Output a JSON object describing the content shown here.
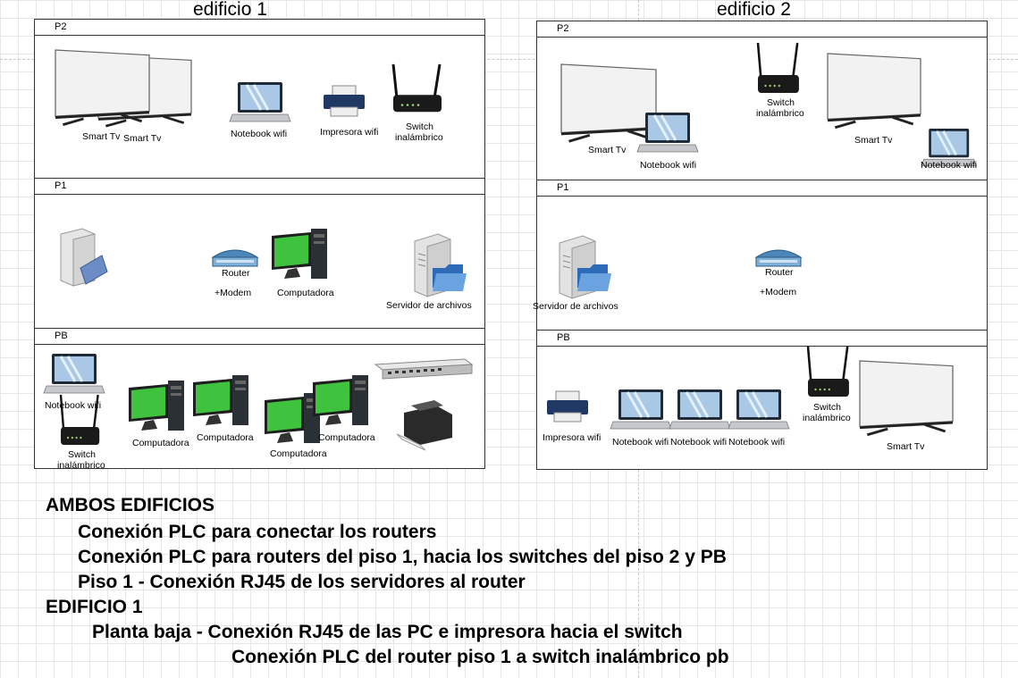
{
  "buildings": [
    {
      "title": "edificio 1",
      "floors": [
        "P2",
        "P1",
        "PB"
      ]
    },
    {
      "title": "edificio 2",
      "floors": [
        "P2",
        "P1",
        "PB"
      ]
    }
  ],
  "labels": {
    "smart_tv": "Smart Tv",
    "notebook_wifi": "Notebook wifi",
    "impresora_wifi": "Impresora wifi",
    "switch_line1": "Switch",
    "switch_line2": "inalámbrico",
    "router": "Router",
    "modem": "+Modem",
    "computadora": "Computadora",
    "servidor": "Servidor de archivos"
  },
  "notes": [
    "AMBOS EDIFICIOS",
    "Conexión PLC para conectar los routers",
    "Conexión PLC para routers del piso 1, hacia los switches del piso 2 y PB",
    "Piso 1 - Conexión RJ45 de los servidores al router",
    "EDIFICIO 1",
    "Planta baja - Conexión RJ45 de las PC e impresora hacia el switch",
    "Conexión PLC del router piso 1 a switch inalámbrico pb"
  ]
}
